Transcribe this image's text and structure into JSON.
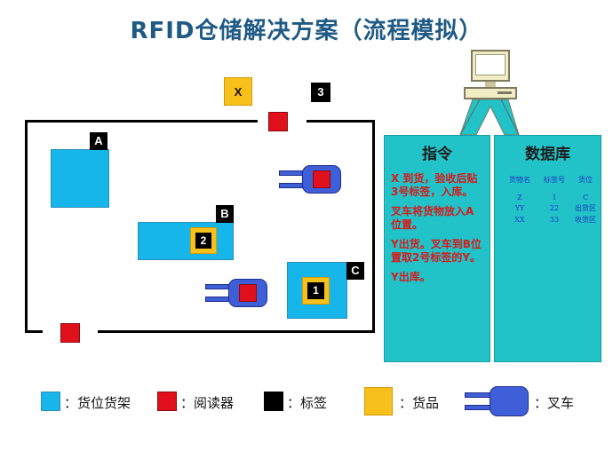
{
  "title": "RFID仓储解决方案（流程模拟）",
  "zones": {
    "x_label": "X",
    "gate_tag": "3",
    "shelf_a": "A",
    "shelf_b": "B",
    "shelf_c": "C",
    "goods_2": "2",
    "goods_1": "1"
  },
  "command_panel": {
    "title": "指令",
    "lines": [
      "X 到货，验收后贴3号标签，入库。",
      "叉车将货物放入A位置。",
      "Y出货。叉车到B位置取2号标签的Y。",
      "Y出库。"
    ]
  },
  "database_panel": {
    "title": "数据库",
    "columns": [
      "货物名",
      "标签号",
      "货位"
    ],
    "rows": [
      [
        "Z",
        "1",
        "C"
      ],
      [
        "YY",
        "22",
        "出货区"
      ],
      [
        "XX",
        "33",
        "收货区"
      ]
    ]
  },
  "legend": {
    "shelf": "：货位货架",
    "reader": "：阅读器",
    "tag": "：标签",
    "goods": "：货品",
    "forklift": "：叉车"
  },
  "colors": {
    "shelf": "#16b5ea",
    "reader": "#e0101c",
    "tag": "#000000",
    "goods": "#f8c01a",
    "forklift": "#3f5fd9",
    "panel": "#21c2c8",
    "title": "#1f5a84"
  },
  "icons": [
    "computer-icon",
    "forklift-icon"
  ]
}
